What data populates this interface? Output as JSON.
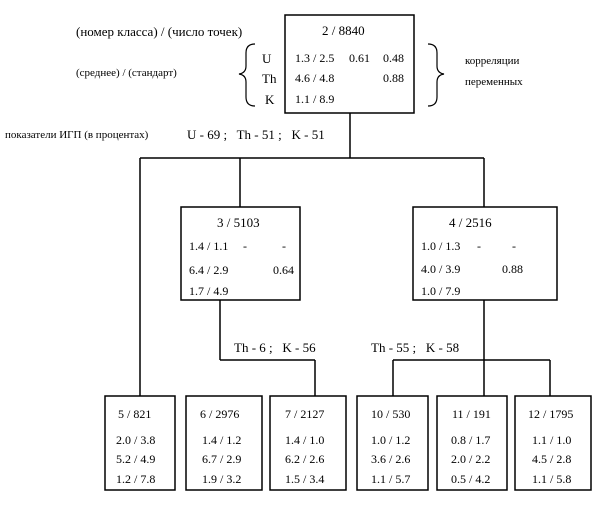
{
  "legend": {
    "class_label": "(номер класса) / (число точек)",
    "stats_label": "(среднее) / (стандарт)",
    "corr_label_1": "корреляции",
    "corr_label_2": "переменных",
    "igp_label": "показатели ИГП (в процентах)"
  },
  "root": {
    "title": "2 / 8840",
    "vars": [
      "U",
      "Th",
      "K"
    ],
    "rows": [
      "1.3 / 2.5",
      "4.6 / 4.8",
      "1.1 / 8.9"
    ],
    "corr": [
      "0.61",
      "0.48",
      "0.88"
    ],
    "igp": "U - 69 ;   Th - 51 ;   K - 51"
  },
  "node3": {
    "title": "3 / 5103",
    "rows": [
      "1.4 / 1.1",
      "6.4 / 2.9",
      "1.7 / 4.9"
    ],
    "corr": [
      "-",
      "-",
      "0.64"
    ],
    "igp": "Th - 6 ;   K - 56"
  },
  "node4": {
    "title": "4 / 2516",
    "rows": [
      "1.0 / 1.3",
      "4.0 / 3.9",
      "1.0 / 7.9"
    ],
    "corr": [
      "-",
      "-",
      "0.88"
    ],
    "igp": "Th - 55 ;   K - 58"
  },
  "leaves": [
    {
      "title": "5 / 821",
      "rows": [
        "2.0 / 3.8",
        "5.2 / 4.9",
        "1.2 / 7.8"
      ]
    },
    {
      "title": "6 / 2976",
      "rows": [
        "1.4 / 1.2",
        "6.7 / 2.9",
        "1.9 / 3.2"
      ]
    },
    {
      "title": "7 / 2127",
      "rows": [
        "1.4 / 1.0",
        "6.2 / 2.6",
        "1.5 / 3.4"
      ]
    },
    {
      "title": "10 / 530",
      "rows": [
        "1.0 / 1.2",
        "3.6 / 2.6",
        "1.1 / 5.7"
      ]
    },
    {
      "title": "11 / 191",
      "rows": [
        "0.8 / 1.7",
        "2.0 / 2.2",
        "0.5 / 4.2"
      ]
    },
    {
      "title": "12 / 1795",
      "rows": [
        "1.1 / 1.0",
        "4.5 / 2.8",
        "1.1 / 5.8"
      ]
    }
  ]
}
